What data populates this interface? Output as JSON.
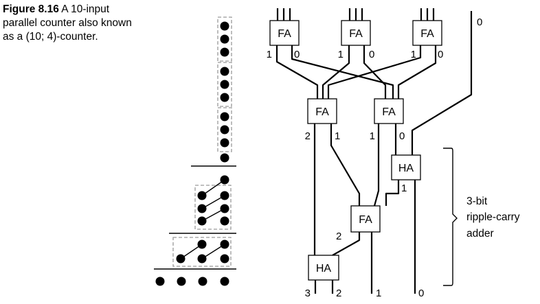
{
  "caption": {
    "figure_label": "Figure 8.16",
    "text": "A 10-input parallel counter also known as a (10; 4)-counter."
  },
  "blocks": {
    "fa_top_left": "FA",
    "fa_top_mid": "FA",
    "fa_top_right": "FA",
    "fa_mid_left": "FA",
    "fa_mid_right": "FA",
    "ha_right": "HA",
    "fa_bottom": "FA",
    "ha_bottom": "HA"
  },
  "labels": {
    "fa1_out1": "1",
    "fa1_out0": "0",
    "fa2_out1": "1",
    "fa2_out0": "0",
    "fa3_out1": "1",
    "fa3_out0": "0",
    "input_zero": "0",
    "fa4_out2": "2",
    "fa4_out1": "1",
    "fa5_out1": "1",
    "fa5_out0": "0",
    "ha_r_out1": "1",
    "fa6_out2": "2",
    "out3": "3",
    "out2": "2",
    "out1": "1",
    "out0": "0"
  },
  "brace_label": [
    "3-bit",
    "ripple-carry",
    "adder"
  ]
}
